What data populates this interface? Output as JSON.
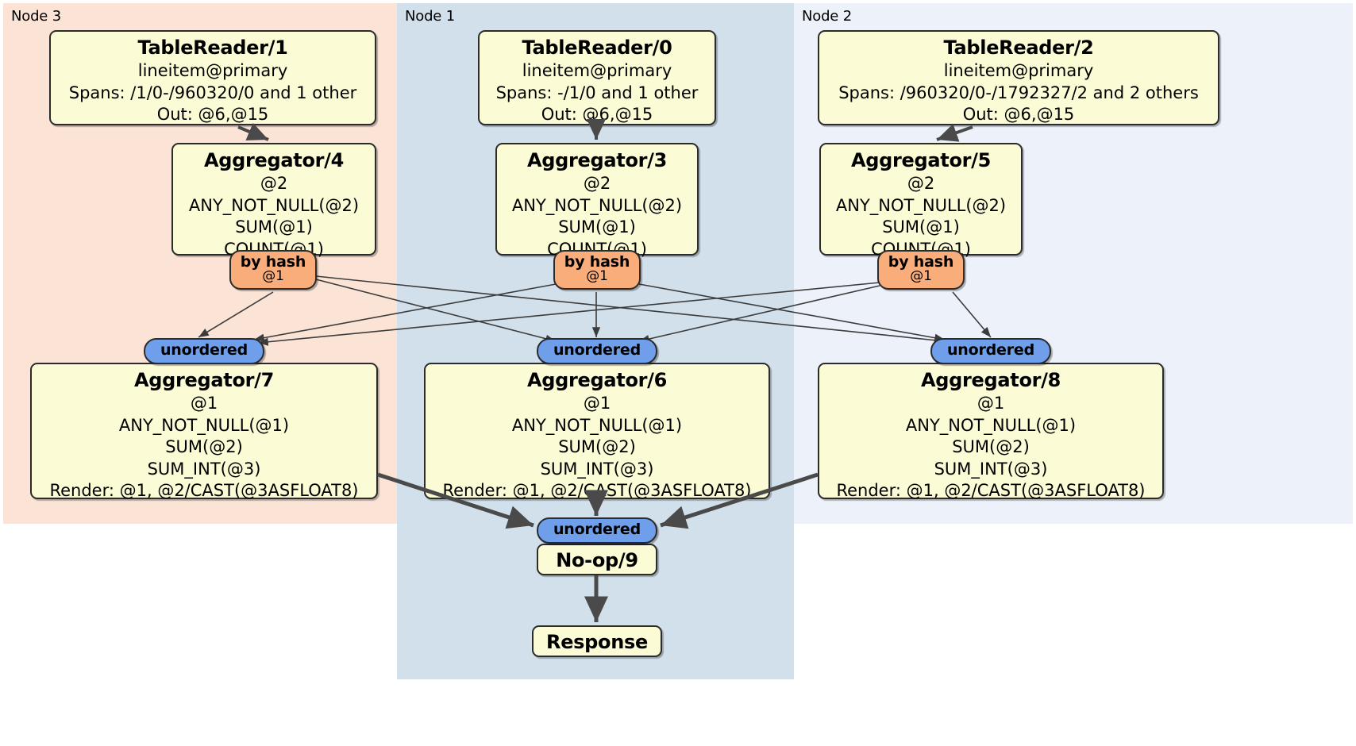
{
  "diagram": {
    "type": "distributed-query-plan",
    "nodes": [
      {
        "id": "node3",
        "label": "Node 3",
        "color": "#fbe3d6"
      },
      {
        "id": "node1",
        "label": "Node 1",
        "color": "#d2e0eb"
      },
      {
        "id": "node2",
        "label": "Node 2",
        "color": "#edf2fa"
      }
    ],
    "processors": {
      "tablereader1": {
        "title": "TableReader/1",
        "line1": "lineitem@primary",
        "line2": "Spans: /1/0-/960320/0 and 1 other",
        "line3": "Out: @6,@15"
      },
      "tablereader0": {
        "title": "TableReader/0",
        "line1": "lineitem@primary",
        "line2": "Spans: -/1/0 and 1 other",
        "line3": "Out: @6,@15"
      },
      "tablereader2": {
        "title": "TableReader/2",
        "line1": "lineitem@primary",
        "line2": "Spans: /960320/0-/1792327/2 and 2 others",
        "line3": "Out: @6,@15"
      },
      "aggregator4": {
        "title": "Aggregator/4",
        "line1": "@2",
        "line2": "ANY_NOT_NULL(@2)",
        "line3": "SUM(@1)",
        "line4": "COUNT(@1)"
      },
      "aggregator3": {
        "title": "Aggregator/3",
        "line1": "@2",
        "line2": "ANY_NOT_NULL(@2)",
        "line3": "SUM(@1)",
        "line4": "COUNT(@1)"
      },
      "aggregator5": {
        "title": "Aggregator/5",
        "line1": "@2",
        "line2": "ANY_NOT_NULL(@2)",
        "line3": "SUM(@1)",
        "line4": "COUNT(@1)"
      },
      "aggregator7": {
        "title": "Aggregator/7",
        "line1": "@1",
        "line2": "ANY_NOT_NULL(@1)",
        "line3": "SUM(@2)",
        "line4": "SUM_INT(@3)",
        "line5": "Render: @1, @2/CAST(@3ASFLOAT8)"
      },
      "aggregator6": {
        "title": "Aggregator/6",
        "line1": "@1",
        "line2": "ANY_NOT_NULL(@1)",
        "line3": "SUM(@2)",
        "line4": "SUM_INT(@3)",
        "line5": "Render: @1, @2/CAST(@3ASFLOAT8)"
      },
      "aggregator8": {
        "title": "Aggregator/8",
        "line1": "@1",
        "line2": "ANY_NOT_NULL(@1)",
        "line3": "SUM(@2)",
        "line4": "SUM_INT(@3)",
        "line5": "Render: @1, @2/CAST(@3ASFLOAT8)"
      },
      "noop9": {
        "title": "No-op/9"
      },
      "response": {
        "title": "Response"
      }
    },
    "badges": {
      "hash_left": {
        "label": "by hash",
        "sub": "@1"
      },
      "hash_mid": {
        "label": "by hash",
        "sub": "@1"
      },
      "hash_right": {
        "label": "by hash",
        "sub": "@1"
      },
      "unordered_left": {
        "label": "unordered"
      },
      "unordered_mid": {
        "label": "unordered"
      },
      "unordered_right": {
        "label": "unordered"
      },
      "unordered_final": {
        "label": "unordered"
      }
    },
    "colors": {
      "processor_fill": "#fbfbd5",
      "processor_stroke": "#2b2b2b",
      "hash_badge": "#f9ad7b",
      "unordered_badge": "#6f9fea",
      "node3_bg": "#fbe3d6",
      "node1_bg": "#d2e0eb",
      "node2_bg": "#edf2fa"
    }
  }
}
